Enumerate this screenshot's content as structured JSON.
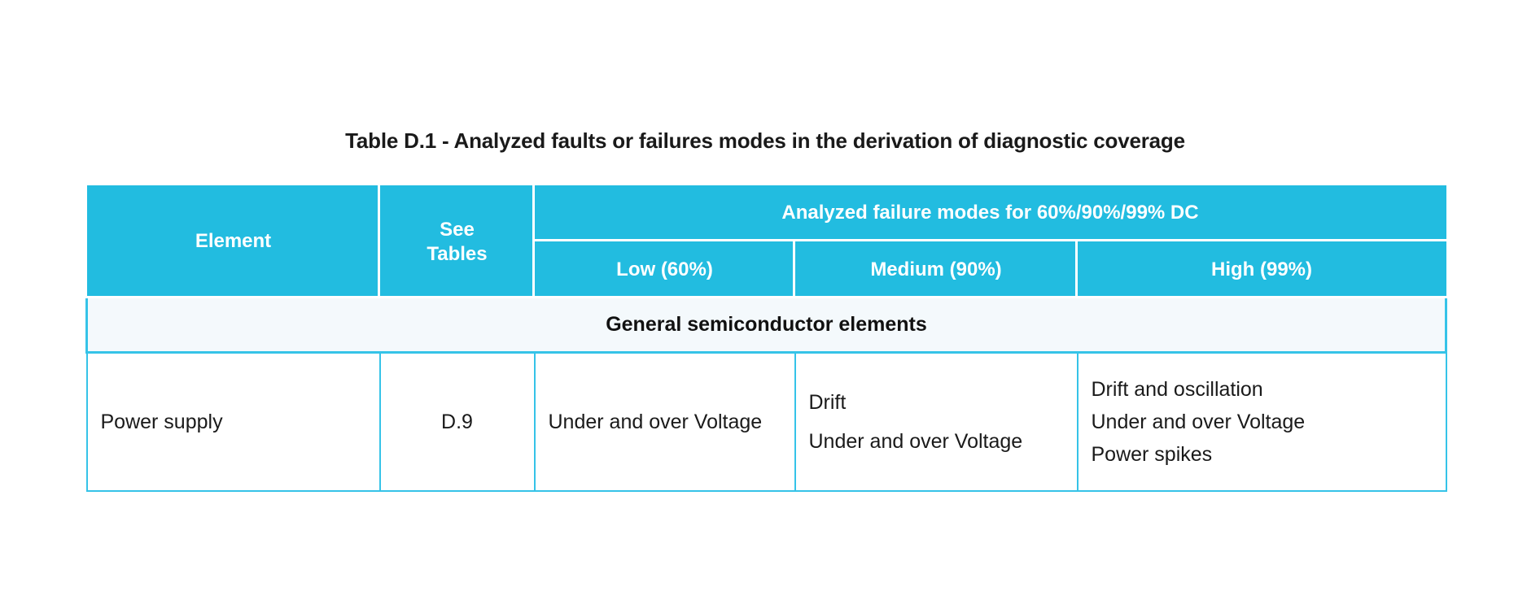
{
  "document": {
    "title": "Table D.1 - Analyzed faults or failures modes in the derivation of diagnostic coverage"
  },
  "colors": {
    "header_background": "#22bce0",
    "header_text": "#ffffff",
    "section_row_background": "#f4f9fc",
    "border": "#35c3e8",
    "body_text": "#1a1a1a",
    "page_background": "#ffffff"
  },
  "table": {
    "header": {
      "element_label": "Element",
      "see_tables_label": "See Tables",
      "see_tables_line1": "See",
      "see_tables_line2": "Tables",
      "group_label": "Analyzed failure modes for 60%/90%/99% DC",
      "sub_headers": [
        "Low (60%)",
        "Medium (90%)",
        "High (99%)"
      ]
    },
    "sections": [
      {
        "section_title": "General semiconductor elements",
        "rows": [
          {
            "element": "Power supply",
            "see_tables": "D.9",
            "low": [
              "Under and over Voltage"
            ],
            "medium": [
              "Drift",
              "Under and over Voltage"
            ],
            "high": [
              "Drift and oscillation",
              "Under and over Voltage",
              "Power spikes"
            ]
          }
        ]
      }
    ]
  }
}
